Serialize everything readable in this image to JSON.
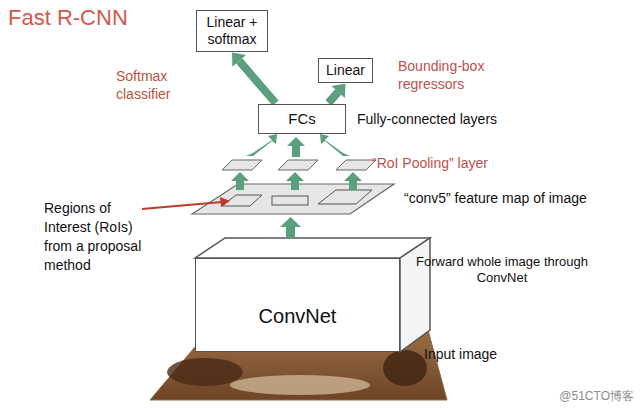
{
  "diagram": {
    "title": "Fast R-CNN",
    "nodes": [
      {
        "text": [
          "Linear + softmax"
        ]
      },
      {
        "text": [
          "Linear"
        ]
      },
      {
        "text": [
          "FCs"
        ]
      },
      {
        "text": [
          "ConvNet"
        ]
      }
    ],
    "edges": [
      {
        "from": 2,
        "to": 0,
        "arrow": "to"
      },
      {
        "from": 2,
        "to": 1,
        "arrow": "to"
      }
    ],
    "labels": [
      "Softmax classifier",
      "Bounding-box regressors",
      "Fully-connected layers",
      "“RoI Pooling” layer",
      "“conv5” feature map of image",
      "Regions of Interest (RoIs) from a proposal method",
      "Forward whole image through ConvNet",
      "Input image",
      "@51CTO博客"
    ]
  }
}
